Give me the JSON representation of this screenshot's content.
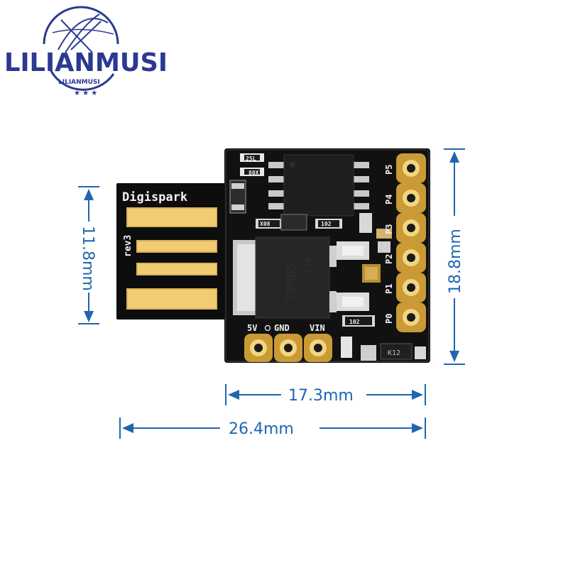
{
  "logo": {
    "brand": "LILIANMUSI",
    "brand_small": "LILIANMUSI",
    "stars": "★ ★ ★",
    "color": "#2b3990"
  },
  "board": {
    "title": "Digispark",
    "revision": "rev3",
    "power_pins": [
      "5V",
      "GND",
      "VIN"
    ],
    "io_pins": [
      "P5",
      "P4",
      "P3",
      "P2",
      "P1",
      "P0"
    ],
    "regulator_marking": "78M05",
    "regulator_code": "19H",
    "component_labels": [
      "25L",
      "80X",
      "X08",
      "102",
      "102",
      "K12"
    ]
  },
  "dimensions": {
    "height_usb": "11.8mm",
    "height_board": "18.8mm",
    "width_board": "17.3mm",
    "width_total": "26.4mm",
    "color": "#1f66b0"
  }
}
